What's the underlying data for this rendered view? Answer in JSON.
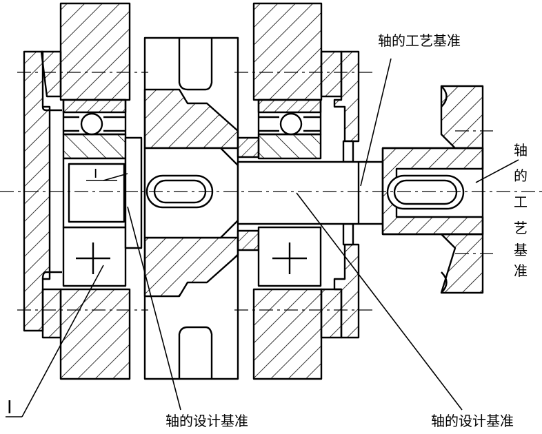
{
  "labels": {
    "tech_datum_top": "轴的工艺基准",
    "tech_datum_vertical": [
      "轴",
      "的",
      "工",
      "艺",
      "基",
      "准"
    ],
    "design_datum_left": "轴的设计基准",
    "design_datum_right": "轴的设计基准",
    "section_mark_small": "I",
    "section_mark_large": "I"
  },
  "colors": {
    "line": "#000000",
    "background": "#ffffff"
  }
}
